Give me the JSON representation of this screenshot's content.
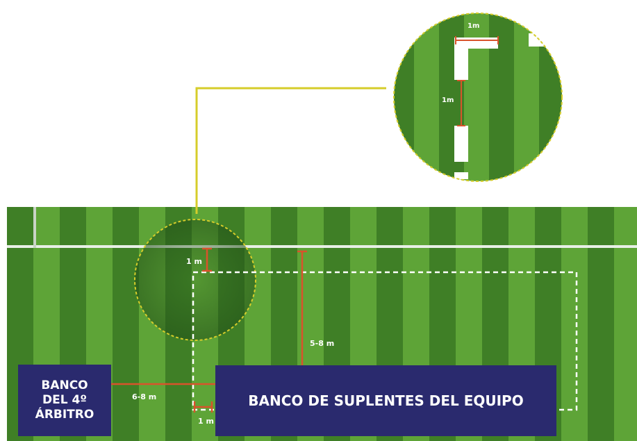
{
  "diagram": {
    "zoom_distance_label": "1m",
    "zoom_gap_label": "1m",
    "field_top_distance_label": "1 m",
    "depth_label": "5-8 m",
    "side_distance_label": "6-8 m",
    "bottom_gap_label": "1 m",
    "fourth_official_bench": {
      "line1": "BANCO",
      "line2": "DEL 4º",
      "line3": "ÁRBITRO"
    },
    "team_bench_label": "BANCO DE SUPLENTES DEL EQUIPO"
  },
  "colors": {
    "stripe_light": "#5ea437",
    "stripe_dark": "#3f7f26",
    "measure_line": "#d9532b",
    "callout_line": "#d6cd2a",
    "bench_fill": "#2a2a6e",
    "dashed_area": "#ffffff"
  }
}
